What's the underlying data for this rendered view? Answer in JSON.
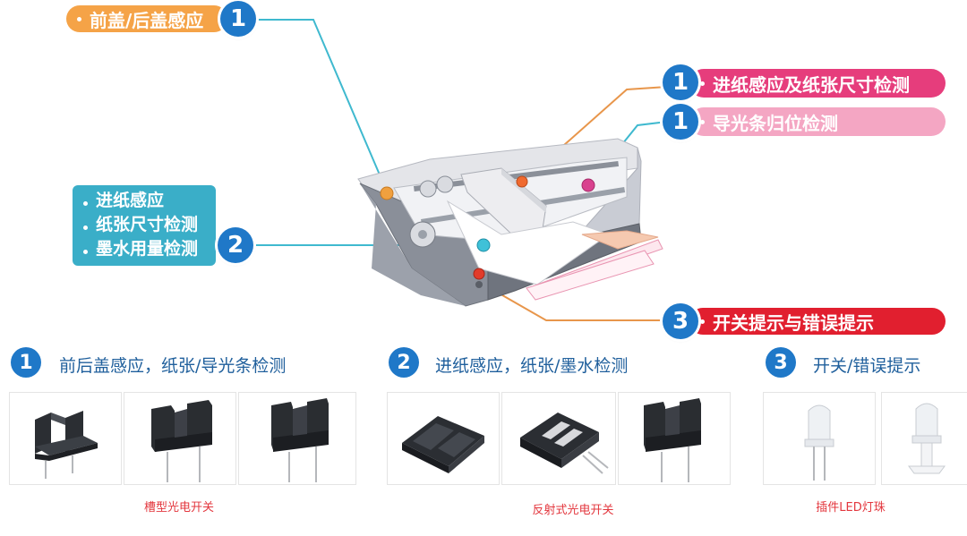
{
  "callouts": {
    "cover": {
      "badge": "1",
      "label": "前盖/后盖感应"
    },
    "paper_feed_size": {
      "badge": "1",
      "label": "进纸感应及纸张尺寸检测"
    },
    "light_bar_home": {
      "badge": "1",
      "label": "导光条归位检测"
    },
    "paper_ink": {
      "badge": "2",
      "lines": [
        "进纸感应",
        "纸张尺寸检测",
        "墨水用量检测"
      ]
    },
    "switch_error": {
      "badge": "3",
      "label": "开关提示与错误提示"
    }
  },
  "sections": [
    {
      "number": "1",
      "title": "前后盖感应，纸张/导光条检测",
      "caption": "槽型光电开关"
    },
    {
      "number": "2",
      "title": "进纸感应，纸张/墨水检测",
      "caption": "反射式光电开关"
    },
    {
      "number": "3",
      "title": "开关/错误提示",
      "caption": "插件LED灯珠"
    }
  ],
  "colors": {
    "badge_blue": "#1f78c8",
    "orange": "#f3a046",
    "magenta": "#e63d7c",
    "pink": "#f3a4c2",
    "cyan": "#4db8d2",
    "red": "#e11f2f"
  }
}
